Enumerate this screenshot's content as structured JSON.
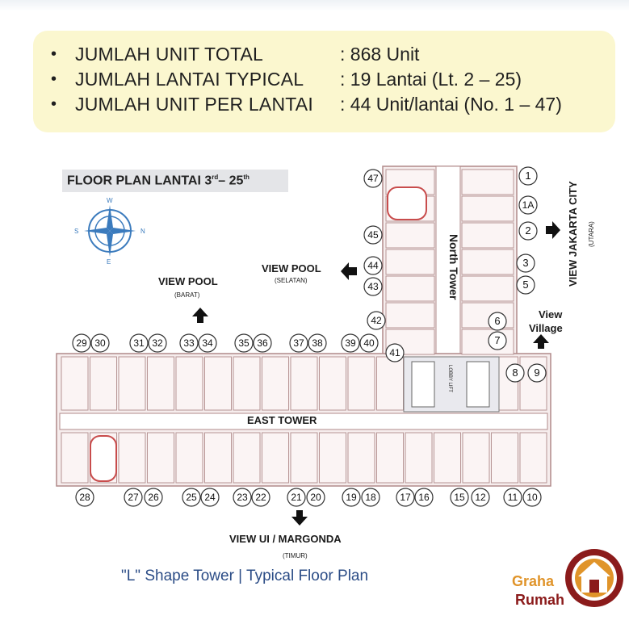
{
  "info": {
    "rows": [
      {
        "label": "JUMLAH UNIT TOTAL",
        "value": ": 868 Unit"
      },
      {
        "label": "JUMLAH LANTAI TYPICAL",
        "value": ": 19 Lantai (Lt. 2 – 25)"
      },
      {
        "label": "JUMLAH UNIT PER LANTAI",
        "value": ": 44 Unit/lantai (No. 1 – 47)"
      }
    ]
  },
  "plan": {
    "title_prefix": "FLOOR PLAN LANTAI  3",
    "title_sup1": "rd",
    "title_mid": "– 25",
    "title_sup2": "th",
    "view_pool_barat": "VIEW POOL",
    "barat": "(BARAT)",
    "view_pool_selatan": "VIEW POOL",
    "selatan": "(SELATAN)",
    "view_jakarta": "VIEW JAKARTA CITY",
    "utara": "(UTARA)",
    "view_village_1": "View",
    "view_village_2": "Village",
    "north_tower": "North Tower",
    "east_tower": "EAST TOWER",
    "lobby_lift": "LOBBY LIFT",
    "view_ui": "VIEW UI / MARGONDA",
    "timur": "(TIMUR)",
    "compass": {
      "w": "W",
      "s": "S",
      "n": "N",
      "e": "E"
    },
    "units_top_row": [
      "29",
      "30",
      "31",
      "32",
      "33",
      "34",
      "35",
      "36",
      "37",
      "38",
      "39",
      "40"
    ],
    "units_bottom_row": [
      "28",
      "27",
      "26",
      "25",
      "24",
      "23",
      "22",
      "21",
      "20",
      "19",
      "18",
      "17",
      "16",
      "15",
      "12",
      "11",
      "10"
    ],
    "units_north_left": [
      "47",
      "45",
      "44",
      "43",
      "42",
      "41"
    ],
    "units_north_right": [
      "1",
      "1A",
      "2",
      "3",
      "5",
      "6",
      "7"
    ],
    "units_east_end": [
      "8",
      "9"
    ]
  },
  "caption": "\"L\" Shape Tower  | Typical  Floor Plan",
  "logo": {
    "line1": "Graha",
    "line2": "Rumah"
  },
  "colors": {
    "info_bg": "#fbf7cf",
    "caption": "#2b4c86",
    "logo_orange": "#e0942a",
    "logo_red": "#8b1b1b"
  }
}
